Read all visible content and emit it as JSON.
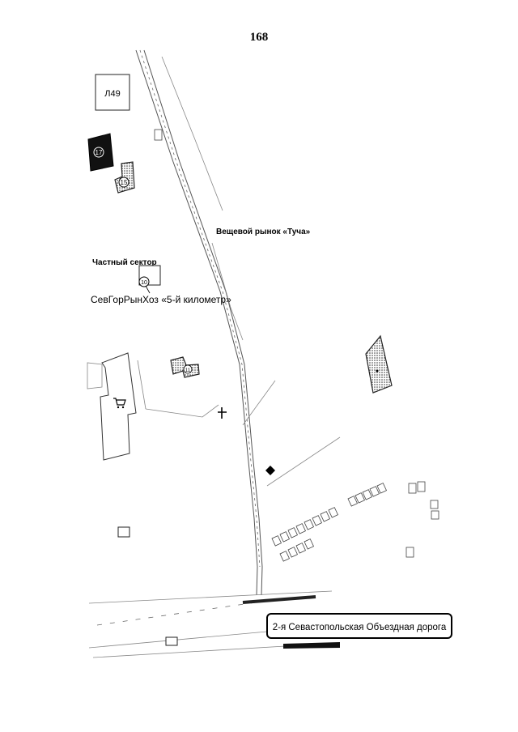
{
  "page": {
    "number": "168"
  },
  "map": {
    "labels": {
      "market": "Вещевой рынок «Туча»",
      "private_sector": "Частный сектор",
      "sevgorrynhoz": "СевГорРынХоз «5-й километр»",
      "bypass_road": "2-я Севастопольская Объездная дорога"
    },
    "buildings": {
      "l49": "Л49",
      "b17": "17",
      "b15": "15",
      "b10": "10",
      "b11": "11"
    }
  }
}
